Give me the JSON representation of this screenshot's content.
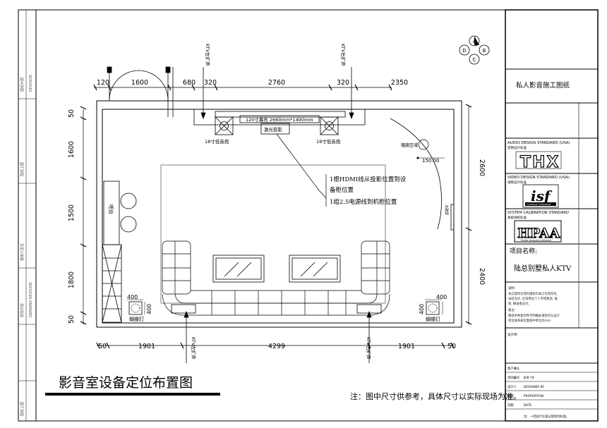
{
  "compass": {
    "a": "A",
    "b": "B",
    "c": "C",
    "d": "D"
  },
  "speakers": {
    "ktv_left_top": "KTV左扩声",
    "ktv_right_top": "KTV右扩声",
    "ktv_left_bottom": "KTV左扩声",
    "ktv_right_bottom": "KTV右扩声",
    "sub_left": "18寸低音炮",
    "sub_right": "18寸低音炮"
  },
  "dimensions": {
    "top": [
      "120",
      "1600",
      "680",
      "320",
      "2760",
      "320",
      "2350"
    ],
    "left": [
      "50",
      "1600",
      "1500",
      "1800",
      "50"
    ],
    "right": [
      "2600",
      "2400"
    ],
    "bottom": [
      "50",
      "1901",
      "4299",
      "1901",
      "50"
    ],
    "small_left_w": "400",
    "small_left_h": "400",
    "small_right_w": "400",
    "small_right_h": "400"
  },
  "room": {
    "screen_label": "120寸幕布  2660mm*1490mm",
    "projector_label": "激光投影",
    "seating_area": "幅度区域",
    "seating_value": "150.00",
    "bar_label": "吧台",
    "note_hdmi_1": "1根HDMI线从投影位置到设",
    "note_hdmi_2": "备柜位置",
    "note_power": "1组2.5电源线到机柜位置",
    "wall_note": "点歌屏",
    "lamp_left": "蝴蝶灯",
    "lamp_right": "蝴蝶灯"
  },
  "main_title": "影音室设备定位布置图",
  "bottom_note": "注：图中尺寸供参考，具体尺寸以实际现场为准。",
  "title_block": {
    "drawing_name": "私人影音施工图纸",
    "audio_std_en": "AUDIO DESIGN STANDARD (USA)",
    "audio_std_cn": "音频设计标准",
    "thx": "THX",
    "video_std_en": "VIDEO DESIGN STANDARD (USA)",
    "video_std_cn": "视频设计标准",
    "isf": "isf",
    "isf_sub": "Certified Calibrated",
    "cal_std_en": "SYSTEM CALIBRATION STANDARD",
    "cal_std_cn": "系统调校标准",
    "hpaa": "HPAA",
    "hpaa_sub": "Home Acoustics Alliance",
    "project_label": "项目名称:",
    "project_name": "陆总别墅私人KTV",
    "notes_title": "说明:",
    "notes": [
      "本方案所文资料版权归本工作室所有,",
      "未经允许, 任何单位个人不得更改, 复",
      "制, 摘录者必究.",
      "备注:",
      "图纸中并复印件不明确处请及时与设计",
      "单位联系核实图纸中单位为mm."
    ],
    "designer_label": "设计师:",
    "customer_label": "客户确认",
    "contract_label": "合同编号",
    "contract_val": "JDB YD",
    "designer2_label": "设计人",
    "designer2_val": "DESIGNER BY",
    "scale_label": "比例",
    "scale_val": "PROPORTION",
    "date_label": "日期",
    "date_val": "DATE",
    "footer_note": "注：一切设计方案以现场为标准。"
  },
  "left_strip": [
    "图纸大图",
    "REVISION",
    "图纸上图",
    "使用人签名",
    "修改内容",
    "DRAWING REVISION",
    "图纸上图"
  ]
}
